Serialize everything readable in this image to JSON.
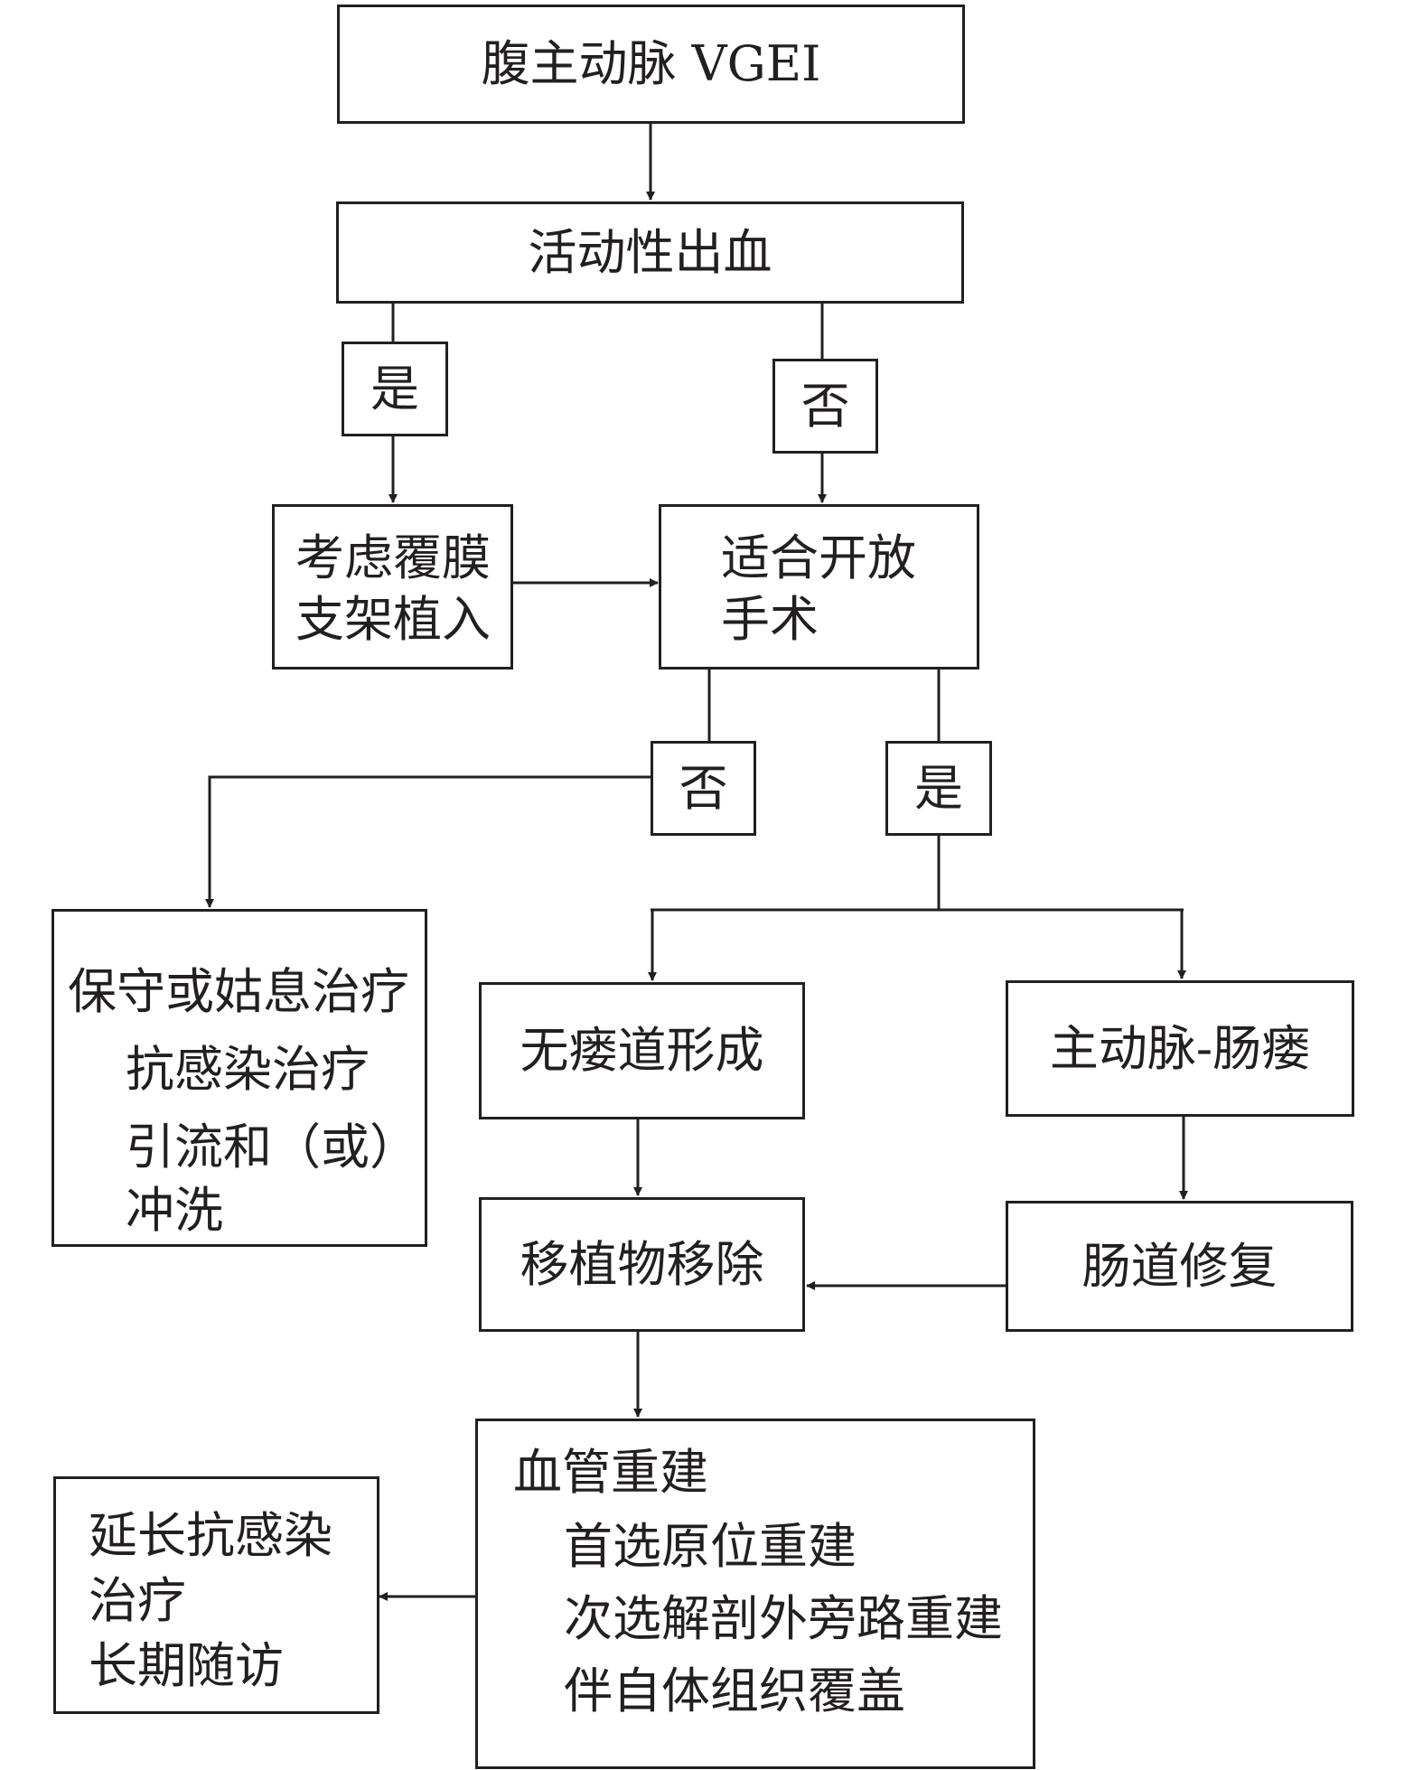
{
  "nodes": {
    "start": "腹主动脉 VGEI",
    "bleeding": "活动性出血",
    "yes_1": "是",
    "no_1": "否",
    "stent": [
      "考虑覆膜",
      "支架植入"
    ],
    "open_surgery": [
      "适合开放",
      "手术"
    ],
    "no_2": "否",
    "yes_2": "是",
    "conservative": [
      "保守或姑息治疗",
      "抗感染治疗",
      "引流和（或）",
      "冲洗"
    ],
    "no_fistula": "无瘘道形成",
    "fistula": "主动脉-肠瘘",
    "graft_removal": "移植物移除",
    "bowel_repair": "肠道修复",
    "revascularization": [
      "血管重建",
      "首选原位重建",
      "次选解剖外旁路重建",
      "伴自体组织覆盖"
    ],
    "followup": [
      "延长抗感染",
      "治疗",
      "长期随访"
    ]
  }
}
